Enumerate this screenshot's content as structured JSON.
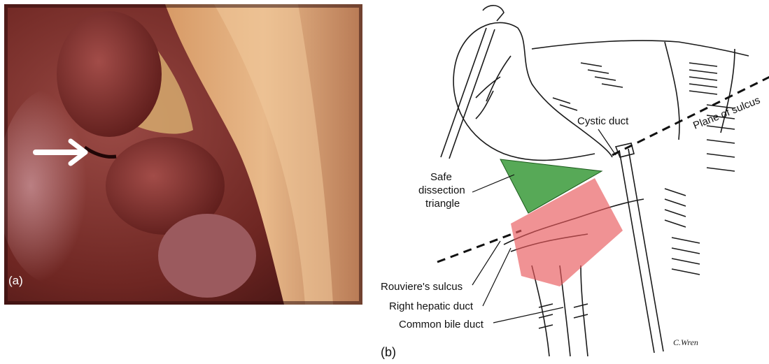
{
  "panel_a": {
    "label": "(a)",
    "arrow_icon": "right-arrow-icon"
  },
  "panel_b": {
    "label": "(b)",
    "annotations": {
      "cystic_duct": "Cystic duct",
      "plane_of_sulcus": "Plane of sulcus",
      "safe_line1": "Safe",
      "safe_line2": "dissection",
      "safe_line3": "triangle",
      "rouviere": "Rouviere's sulcus",
      "right_hepatic": "Right hepatic duct",
      "common_bile": "Common bile duct",
      "signature": "C.Wren"
    },
    "colors": {
      "safe_zone": "#3a9a3a",
      "danger_zone": "#e8575a"
    }
  }
}
